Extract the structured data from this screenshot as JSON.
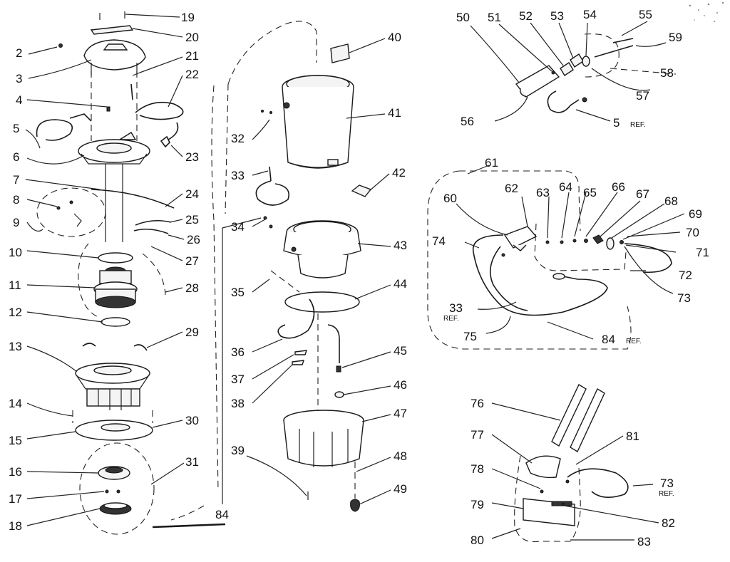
{
  "labels": {
    "l2": "2",
    "l3": "3",
    "l4": "4",
    "l5": "5",
    "l6": "6",
    "l7": "7",
    "l8": "8",
    "l9": "9",
    "l10": "10",
    "l11": "11",
    "l12": "12",
    "l13": "13",
    "l14": "14",
    "l15": "15",
    "l16": "16",
    "l17": "17",
    "l18": "18",
    "l19": "19",
    "l20": "20",
    "l21": "21",
    "l22": "22",
    "l23": "23",
    "l24": "24",
    "l25": "25",
    "l26": "26",
    "l27": "27",
    "l28": "28",
    "l29": "29",
    "l30": "30",
    "l31": "31",
    "l32": "32",
    "l33": "33",
    "l34": "34",
    "l35": "35",
    "l36": "36",
    "l37": "37",
    "l38": "38",
    "l39": "39",
    "l40": "40",
    "l41": "41",
    "l42": "42",
    "l43": "43",
    "l44": "44",
    "l45": "45",
    "l46": "46",
    "l47": "47",
    "l48": "48",
    "l49": "49",
    "l50": "50",
    "l51": "51",
    "l52": "52",
    "l53": "53",
    "l54": "54",
    "l55": "55",
    "l56": "56",
    "l57": "57",
    "l58": "58",
    "l59": "59",
    "l5ref": "5",
    "l60": "60",
    "l61": "61",
    "l62": "62",
    "l63": "63",
    "l64": "64",
    "l65": "65",
    "l66": "66",
    "l67": "67",
    "l68": "68",
    "l69": "69",
    "l70": "70",
    "l71": "71",
    "l72": "72",
    "l73": "73",
    "l74": "74",
    "l33b": "33",
    "l75": "75",
    "l84ref": "84",
    "l76": "76",
    "l77": "77",
    "l78": "78",
    "l79": "79",
    "l80": "80",
    "l81": "81",
    "l82": "82",
    "l83": "83",
    "l73b": "73",
    "l84": "84"
  },
  "ref_marker": "REF."
}
